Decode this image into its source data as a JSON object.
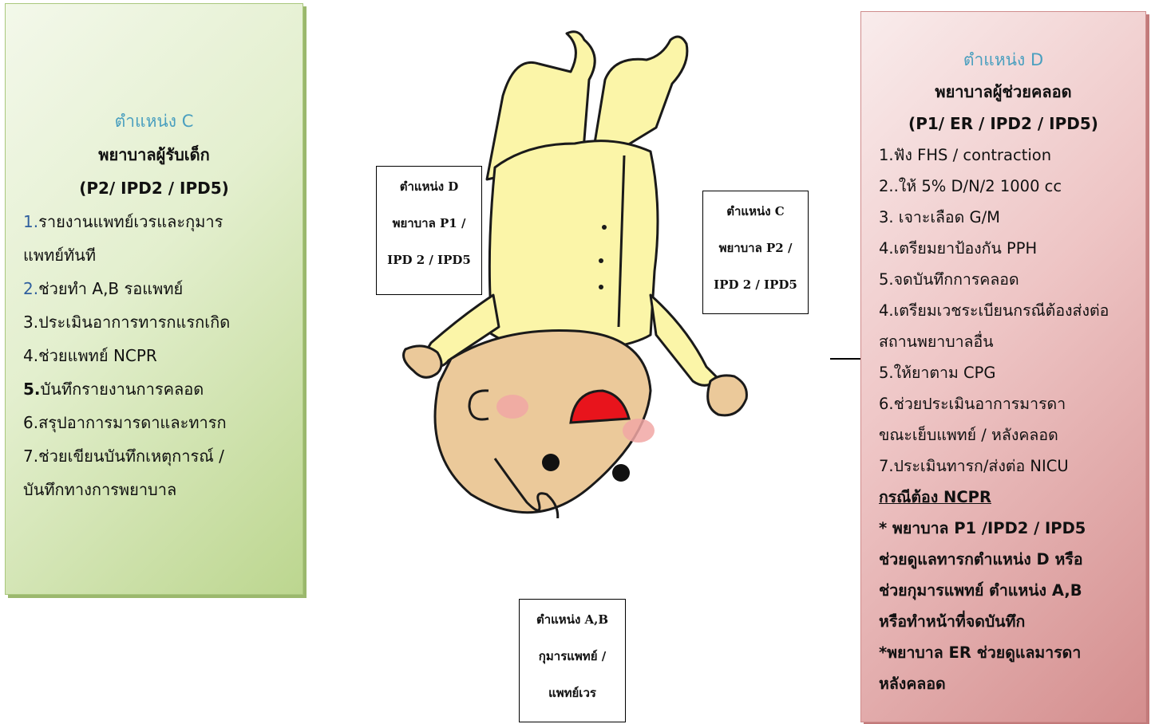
{
  "panel_c": {
    "title": "ตำแหน่ง C",
    "subtitle": "พยาบาลผู้รับเด็ก",
    "units": "(P2/ IPD2 / IPD5)",
    "items": [
      {
        "num": "1.",
        "text": "รายงานแพทย์เวรและกุมาร"
      },
      {
        "num": "",
        "text": "แพทย์ทันที"
      },
      {
        "num": "2.",
        "text": "ช่วยทำ A,B รอแพทย์"
      },
      {
        "num": "",
        "text": "3.ประเมินอาการทารกแรกเกิด"
      },
      {
        "num": "",
        "text": "4.ช่วยแพทย์ NCPR"
      },
      {
        "num": "5.",
        "text": "บันทึกรายงานการคลอด"
      },
      {
        "num": "",
        "text": "6.สรุปอาการมารดาและทารก"
      },
      {
        "num": "",
        "text": "7.ช่วยเขียนบันทึกเหตุการณ์ /"
      },
      {
        "num": "",
        "text": "บันทึกทางการพยาบาล"
      }
    ]
  },
  "panel_d": {
    "title": "ตำแหน่ง D",
    "subtitle": "พยาบาลผู้ช่วยคลอด",
    "units": "(P1/ ER / IPD2 / IPD5)",
    "items": [
      "1.ฟัง FHS / contraction",
      "2..ให้ 5% D/N/2 1000 cc",
      "3. เจาะเลือด G/M",
      "4.เตรียมยาป้องกัน PPH",
      "5.จดบันทึกการคลอด",
      "4.เตรียมเวชระเบียนกรณีต้องส่งต่อ",
      "สถานพยาบาลอื่น",
      "5.ให้ยาตาม CPG",
      "6.ช่วยประเมินอาการมารดา",
      "ขณะเย็บแพทย์ / หลังคลอด",
      "7.ประเมินทารก/ส่งต่อ NICU"
    ],
    "ncpr_heading": "กรณีต้อง NCPR",
    "ncpr_items": [
      "* พยาบาล P1 /IPD2 / IPD5",
      "ช่วยดูแลทารกตำแหน่ง D หรือ",
      "ช่วยกุมารแพทย์ ตำแหน่ง A,B",
      "หรือทำหน้าที่จดบันทึก",
      "*พยาบาล ER ช่วยดูแลมารดา",
      "หลังคลอด"
    ]
  },
  "label_d": [
    "ตำแหน่ง D",
    "พยาบาล P1 /",
    "IPD 2 / IPD5"
  ],
  "label_c": [
    "ตำแหน่ง C",
    "พยาบาล P2 /",
    "IPD 2 / IPD5"
  ],
  "label_ab": [
    "ตำแหน่ง A,B",
    "กุมารแพทย์ /",
    "แพทย์เวร"
  ],
  "colors": {
    "panel_c_accent": "#bcd68f",
    "panel_d_accent": "#d48e8e",
    "title_blue": "#4a9fbf",
    "baby_suit": "#fbf5a8",
    "baby_skin": "#ebc99a",
    "mouth_red": "#e8141c"
  }
}
